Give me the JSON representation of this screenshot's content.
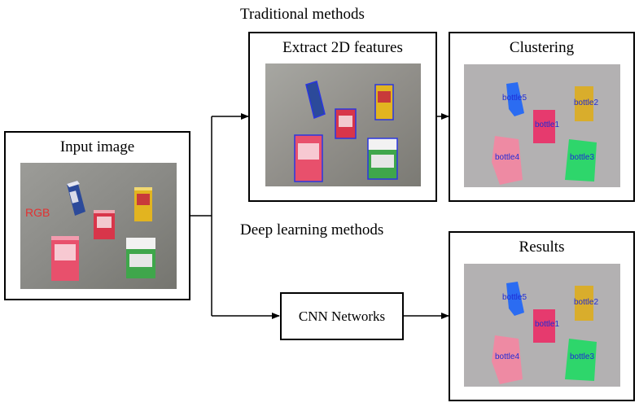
{
  "sections": {
    "traditional": "Traditional methods",
    "deep": "Deep learning methods"
  },
  "boxes": {
    "input": {
      "title": "Input image",
      "tag": "RGB"
    },
    "extract": {
      "title": "Extract 2D features"
    },
    "clustering": {
      "title": "Clustering"
    },
    "cnn": {
      "label": "CNN Networks"
    },
    "results": {
      "title": "Results"
    }
  },
  "segmentation_labels": {
    "bottle1": "bottle1",
    "bottle2": "bottle2",
    "bottle3": "bottle3",
    "bottle4": "bottle4",
    "bottle5": "bottle5"
  },
  "colors": {
    "bottle1": "#e63a6e",
    "bottle2": "#d9ad2c",
    "bottle3": "#2ed66b",
    "bottle4": "#ee8aa3",
    "bottle5": "#2b6cf2",
    "background_gray": "#b3b1b2",
    "bbox_blue": "#2a36e0"
  }
}
